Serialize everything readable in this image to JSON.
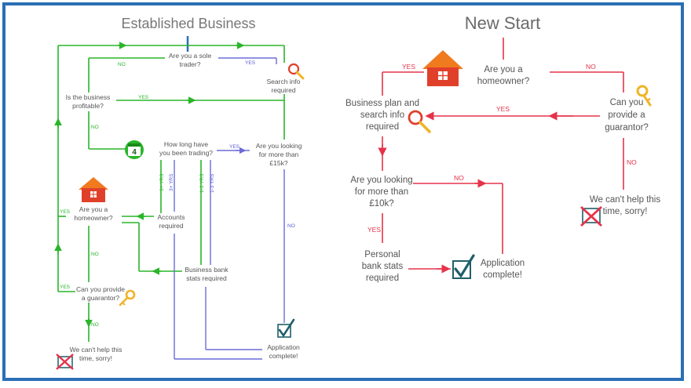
{
  "colors": {
    "frame": "#2a6fb5",
    "green": "#2ab52a",
    "blue": "#6b6bd8",
    "red": "#e5334a",
    "house_orange": "#f07a1e",
    "house_red": "#e0402a",
    "key_yellow": "#f0b429",
    "check_teal": "#1f5f6a"
  },
  "left": {
    "title": "Established Business",
    "nodes": {
      "sole_trader": [
        "Are you a sole",
        "trader?"
      ],
      "search_info": [
        "Search info",
        "required"
      ],
      "profitable": [
        "Is the business",
        "profitable?"
      ],
      "how_long": [
        "How long have",
        "you been trading?"
      ],
      "looking": [
        "Are you looking",
        "for more than",
        "£15k?"
      ],
      "homeowner": [
        "Are you a",
        "homeowner?"
      ],
      "accounts": [
        "Accounts",
        "required"
      ],
      "bank": [
        "Business bank",
        "stats required"
      ],
      "guarantor": [
        "Can you provide",
        "a guarantor?"
      ],
      "cant_help": [
        "We can't help this",
        "time, sorry!"
      ],
      "complete": [
        "Application",
        "complete!"
      ]
    },
    "labels": {
      "no": "NO",
      "yes": "YES",
      "three_plus": "3+ YRS",
      "one_three": "1-3 YRS"
    },
    "calendar_number": "4"
  },
  "right": {
    "title": "New Start",
    "nodes": {
      "homeowner": [
        "Are you a",
        "homeowner?"
      ],
      "business_plan": [
        "Business plan and",
        "search info",
        "required"
      ],
      "guarantor": [
        "Can you",
        "provide a",
        "guarantor?"
      ],
      "looking": [
        "Are you looking",
        "for more than",
        "£10k?"
      ],
      "bank": [
        "Personal",
        "bank stats",
        "required"
      ],
      "complete": [
        "Application",
        "complete!"
      ],
      "cant_help": [
        "We can't help this",
        "time, sorry!"
      ]
    },
    "labels": {
      "yes": "YES",
      "no": "NO"
    }
  }
}
